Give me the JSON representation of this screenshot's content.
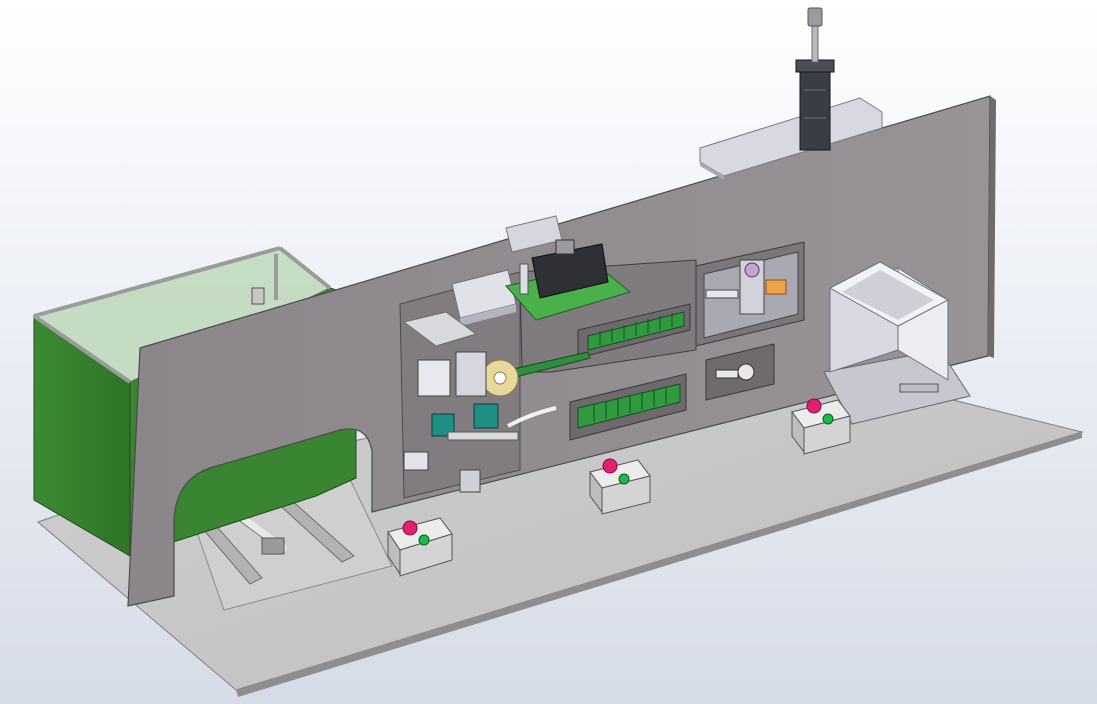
{
  "scene": {
    "kind": "3d-cad-assembly",
    "labels": []
  },
  "colors": {
    "background_top": "#ffffff",
    "background_bottom": "#d6dce7",
    "base_plate": "#c8c8c8",
    "main_panel": "#8f8b8e",
    "panel_dark": "#7a7679",
    "enclosure_green": "#3f8f36",
    "glass_green": "#b6d8b0",
    "tray_gray": "#d7d7dc",
    "accent_green": "#3c9b3c",
    "cyan_block": "#1f8f86",
    "button_red": "#e2206f",
    "button_green": "#1fb84a",
    "tape_yellow": "#e7d79a",
    "gripper_orange": "#f0a24a"
  },
  "components": [
    {
      "id": "base-plate",
      "icon": "base-plate-icon"
    },
    {
      "id": "green-enclosure",
      "icon": "enclosure-icon"
    },
    {
      "id": "main-panel",
      "icon": "panel-icon"
    },
    {
      "id": "pneumatic-cylinder",
      "icon": "cylinder-icon"
    },
    {
      "id": "feeder-tray",
      "icon": "tray-icon"
    },
    {
      "id": "collection-bin",
      "icon": "bin-icon"
    },
    {
      "id": "control-button-box",
      "icon": "button-box-icon",
      "count": 3
    }
  ]
}
